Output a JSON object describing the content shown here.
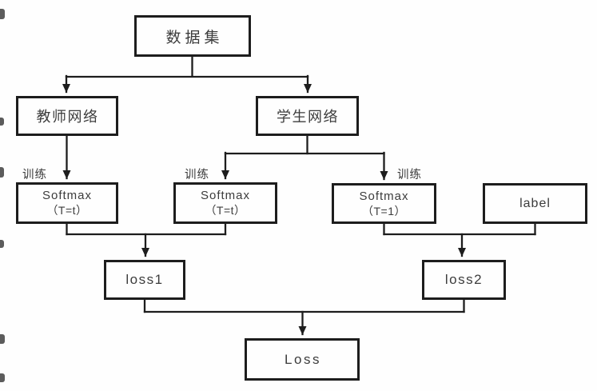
{
  "diagram": {
    "colors": {
      "background": "#fefefe",
      "box_fill": "#fefefe",
      "box_border": "#1d1d1d",
      "line": "#1d1d1d",
      "text": "#3c3c3c"
    },
    "nodes": {
      "dataset": {
        "label": "数据集"
      },
      "teacher": {
        "label": "教师网络"
      },
      "student": {
        "label": "学生网络"
      },
      "softmax_teacher": {
        "title": "Softmax",
        "subtitle": "（T=t）"
      },
      "softmax_student_soft": {
        "title": "Softmax",
        "subtitle": "（T=t）"
      },
      "softmax_student_hard": {
        "title": "Softmax",
        "subtitle": "（T=1）"
      },
      "label": {
        "label": "label"
      },
      "loss1": {
        "label": "loss1"
      },
      "loss2": {
        "label": "loss2"
      },
      "total_loss": {
        "label": "Loss"
      }
    },
    "annotations": {
      "train_teacher": "训练",
      "train_student_soft": "训练",
      "train_student_hard": "训练"
    }
  }
}
